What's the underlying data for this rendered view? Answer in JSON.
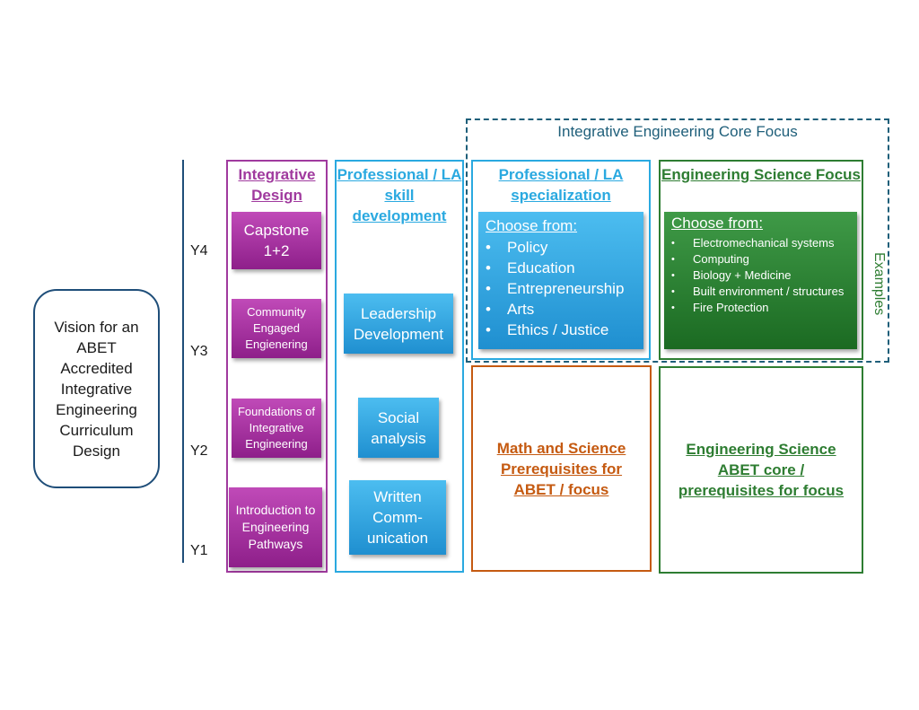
{
  "vision": "Vision for an ABET Accredited Integrative Engineering Curriculum Design",
  "years": [
    "Y4",
    "Y3",
    "Y2",
    "Y1"
  ],
  "core_focus_label": "Integrative Engineering Core Focus",
  "examples_label": "Examples",
  "columns": {
    "design": {
      "header": "Integrative Design",
      "cards": [
        "Capstone 1+2",
        "Community Engaged Engienering",
        "Foundations of Integrative Engineering",
        "Introduction to Engineering Pathways"
      ]
    },
    "professional": {
      "header": "Professional / LA skill development",
      "cards": [
        "Leadership Development",
        "Social analysis",
        "Written Comm-unication"
      ]
    },
    "specialization": {
      "header": "Professional / LA specialization",
      "choose": "Choose from:",
      "items": [
        "Policy",
        "Education",
        "Entrepreneurship",
        "Arts",
        "Ethics / Justice"
      ]
    },
    "engscience": {
      "header": "Engineering Science Focus",
      "choose": "Choose from:",
      "items": [
        "Electromechanical systems",
        "Computing",
        "Biology +  Medicine",
        "Built environment / structures",
        "Fire Protection"
      ]
    }
  },
  "math_box": "Math and Science Prerequisites for ABET / focus",
  "engcore_box": "Engineering Science ABET core / prerequisites for focus",
  "colors": {
    "design": "#a03a9e",
    "professional": "#2aa9e0",
    "engscience": "#2e7d32",
    "math": "#c55a11",
    "core": "#1f5f7a"
  }
}
